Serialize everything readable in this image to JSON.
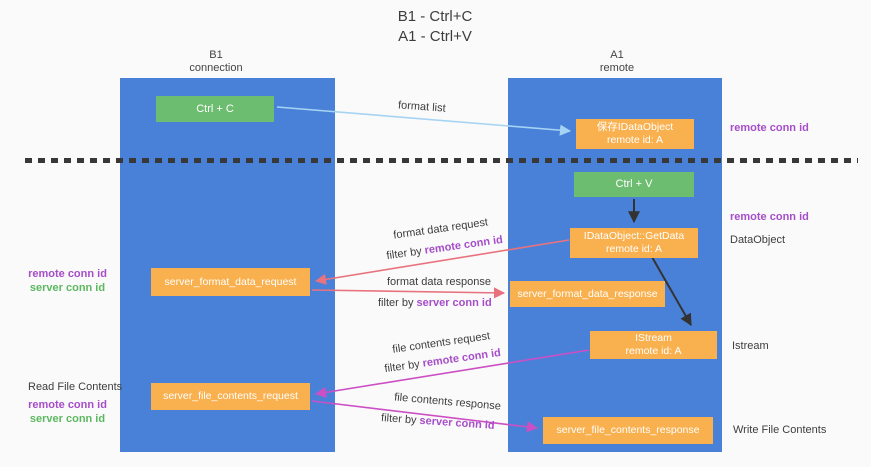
{
  "title": {
    "line1": "B1 - Ctrl+C",
    "line2": "A1 - Ctrl+V"
  },
  "columns": {
    "left": {
      "name": "B1",
      "role": "connection"
    },
    "right": {
      "name": "A1",
      "role": "remote"
    }
  },
  "boxes": {
    "ctrl_c": "Ctrl + C",
    "save_idataobject_line1": "保存IDataObject",
    "save_idataobject_line2": "remote id: A",
    "ctrl_v": "Ctrl + V",
    "getdata_line1": "IDataObject::GetData",
    "getdata_line2": "remote id: A",
    "format_request": "server_format_data_request",
    "format_response": "server_format_data_response",
    "istream_line1": "IStream",
    "istream_line2": "remote id: A",
    "file_request": "server_file_contents_request",
    "file_response": "server_file_contents_response"
  },
  "labels": {
    "format_list": "format list",
    "format_data_request": "format data request",
    "format_data_response": "format data response",
    "file_contents_request": "file contents request",
    "file_contents_response": "file contents response",
    "filter_by": "filter by",
    "remote_conn_id": "remote conn id",
    "server_conn_id": "server conn id",
    "dataobject": "DataObject",
    "istream": "Istream",
    "read_file_contents": "Read File Contents",
    "write_file_contents": "Write File Contents"
  },
  "colors": {
    "background": "#fafafa",
    "column_blue": "#4a81d8",
    "box_green": "#6dbd70",
    "box_orange": "#f9b04e",
    "text_purple": "#a64dc9",
    "text_green": "#5cb860",
    "arrow_light_blue": "#a5d3f3",
    "arrow_salmon": "#e8737f",
    "arrow_magenta": "#cc4fc4",
    "arrow_black": "#333333",
    "dashed_line": "#383838"
  }
}
